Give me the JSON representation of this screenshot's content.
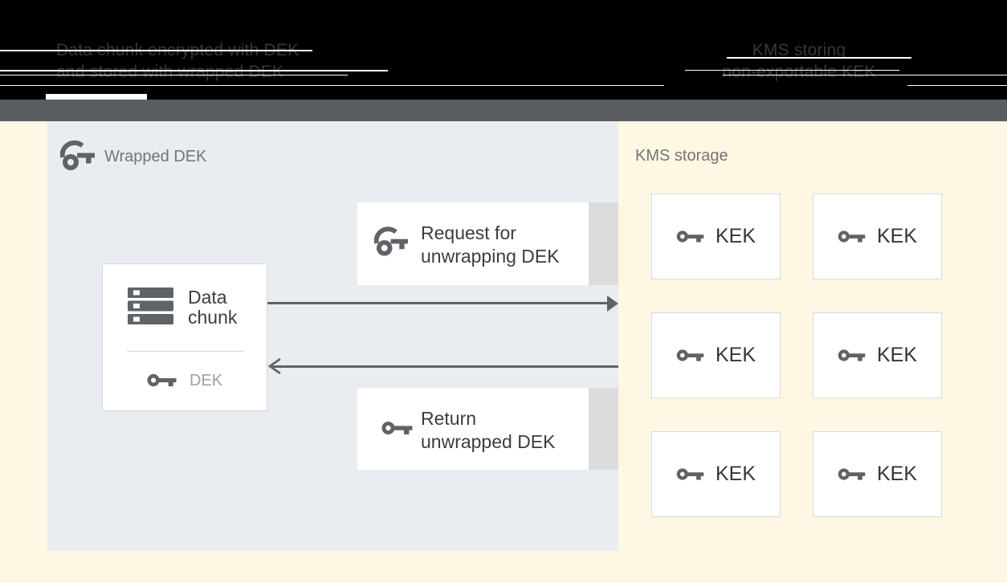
{
  "header": {
    "left_caption": {
      "line1": "Data chunk encrypted with DEK",
      "line2": "and stored with wrapped DEK"
    },
    "right_caption": {
      "line1": "KMS storing",
      "line2": "non-exportable KEK"
    }
  },
  "wrapped_dek_panel": {
    "title": "Wrapped DEK",
    "data_chunk_box": {
      "line1": "Data",
      "line2": "chunk",
      "key_label": "DEK"
    },
    "request_box": {
      "line1": "Request for",
      "line2": "unwrapping DEK"
    },
    "return_box": {
      "line1": "Return",
      "line2": "unwrapped DEK"
    }
  },
  "kms_panel": {
    "title": "KMS storage",
    "kek_labels": [
      "KEK",
      "KEK",
      "KEK",
      "KEK",
      "KEK",
      "KEK"
    ]
  },
  "colors": {
    "header_background": "#000000",
    "divider_bar": "#5b5e61",
    "page_background": "#fdf7e3",
    "panel_background": "#e9ecf0",
    "icon_gray": "#5f6368",
    "muted_label": "#757575",
    "box_text": "#3a3d40",
    "dek_label": "#9aa0a6",
    "box_border": "#d4d7da",
    "band_gray": "#dcdcdc",
    "streak_white": "#ffffff"
  }
}
